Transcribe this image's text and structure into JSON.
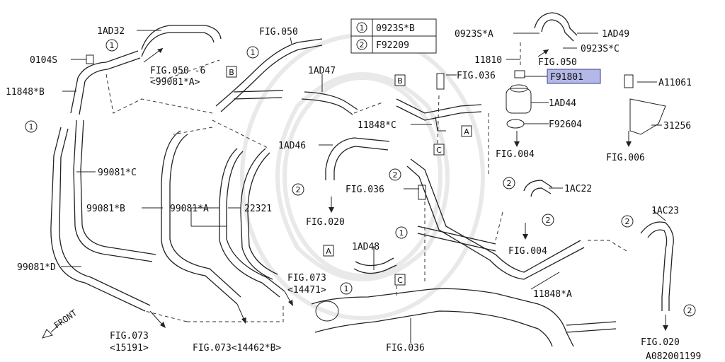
{
  "legend": {
    "items": [
      {
        "num": "1",
        "code": "0923S*B"
      },
      {
        "num": "2",
        "code": "F92209"
      }
    ]
  },
  "labels": {
    "l_1ad32": "1AD32",
    "l_0104s": "0104S",
    "l_11848b": "11848*B",
    "l_fig050_6": "FIG.050 -6",
    "l_99081a_ref": "<99081*A>",
    "l_fig050_top": "FIG.050",
    "l_b_top": "B",
    "l_1ad47": "1AD47",
    "l_0923sa": "0923S*A",
    "l_1ad49": "1AD49",
    "l_0923sc": "0923S*C",
    "l_11810": "11810",
    "l_fig050_r": "FIG.050",
    "l_b_mid": "B",
    "l_fig036_top": "FIG.036",
    "l_f91801": "F91801",
    "l_a11061": "A11061",
    "l_1ad44": "1AD44",
    "l_11848c": "11848*C",
    "l_a_mid": "A",
    "l_f92604": "F92604",
    "l_31256": "31256",
    "l_c_mid": "C",
    "l_fig004_top": "FIG.004",
    "l_fig006": "FIG.006",
    "l_1ad46": "1AD46",
    "l_99081c": "99081*C",
    "l_fig036_mid": "FIG.036",
    "l_1ac22": "1AC22",
    "l_99081b": "99081*B",
    "l_99081a": "99081*A",
    "l_22321": "22321",
    "l_fig020_l": "FIG.020",
    "l_1ac23": "1AC23",
    "l_fig004_mid": "FIG.004",
    "l_a_low": "A",
    "l_1ad48": "1AD48",
    "l_99081d": "99081*D",
    "l_fig073_mid": "FIG.073",
    "l_14471": "<14471>",
    "l_c_low": "C",
    "l_11848a": "11848*A",
    "l_front": "FRONT",
    "l_fig073_l": "FIG.073",
    "l_15191": "<15191>",
    "l_fig073_b": "FIG.073<14462*B>",
    "l_fig036_b": "FIG.036",
    "l_fig020_r": "FIG.020",
    "l_code": "A082001199"
  },
  "callouts": {
    "one": "1",
    "two": "2"
  },
  "highlight_color": "#b3b8e6"
}
